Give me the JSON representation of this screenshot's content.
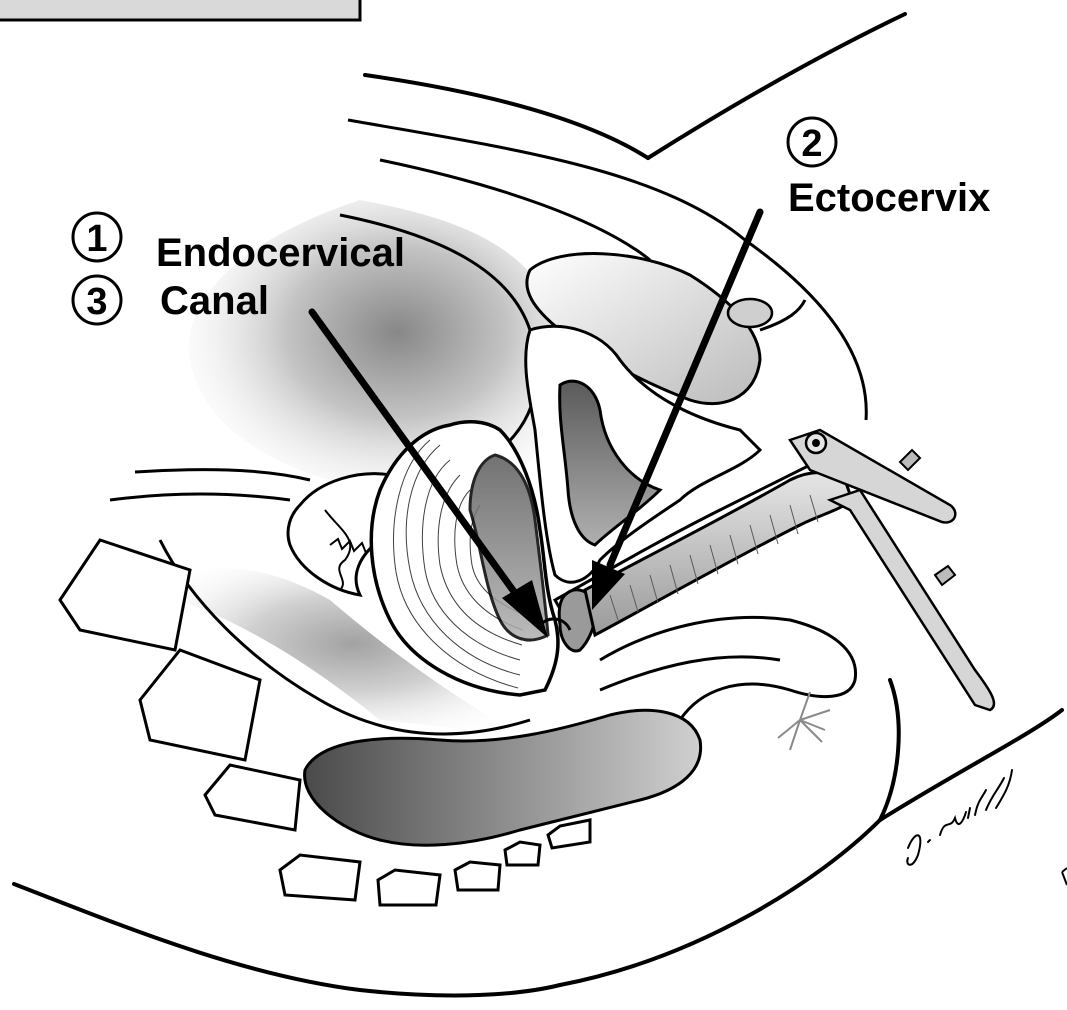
{
  "colors": {
    "ink": "#000000",
    "paper": "#ffffff",
    "box_fill": "#d9d9d9",
    "tissue_dark": "#6e6e6e",
    "tissue_mid": "#a8a8a8",
    "instrument": "#c8c8c8"
  },
  "markers": {
    "one": "1",
    "two": "2",
    "three": "3"
  },
  "labels": {
    "endocervical_line1": "Endocervical",
    "endocervical_line2": "Canal",
    "ectocervix": "Ectocervix"
  },
  "signature": "J. Wilanhoff",
  "icons": {
    "arrow_endocervical": "arrow-icon",
    "arrow_ectocervix": "arrow-icon",
    "speculum": "speculum-icon"
  }
}
